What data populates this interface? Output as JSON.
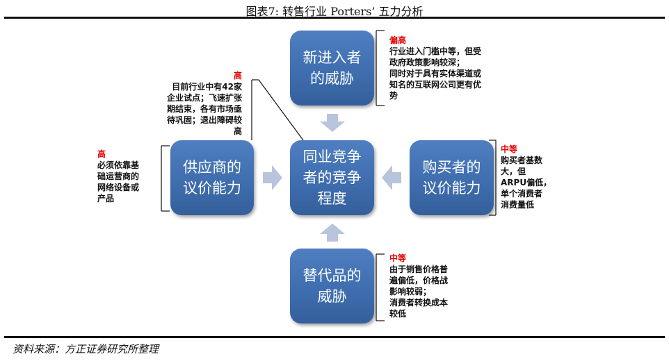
{
  "title": "图表7:     转售行业 Porters’ 五力分析",
  "center": {
    "lines": [
      "同业竞争",
      "者的竞争",
      "程度"
    ]
  },
  "top": {
    "lines": [
      "新进入者",
      "的威胁"
    ],
    "level": "偏高",
    "desc": [
      "行业进入门槛中等，但受",
      "政府政策影响较深；",
      "同时对于具有实体渠道或",
      "知名的互联网公司更有优",
      "势"
    ]
  },
  "left": {
    "lines": [
      "供应商的",
      "议价能力"
    ],
    "level": "高",
    "desc": [
      "必须依靠基",
      "础运营商的",
      "网络设备或",
      "产品"
    ]
  },
  "upper_left": {
    "level": "高",
    "desc": [
      "目前行业中有42家",
      "企业试点；飞速扩张",
      "期结束，各有市场亟",
      "待巩固；退出障碍较",
      "高"
    ]
  },
  "right": {
    "lines": [
      "购买者的",
      "议价能力"
    ],
    "level": "中等",
    "desc": [
      "购买者基数",
      "大，但",
      "ARPU偏低，",
      "单个消费者",
      "消费量低"
    ]
  },
  "bottom": {
    "lines": [
      "替代品的",
      "威胁"
    ],
    "level": "中等",
    "desc": [
      "由于销售价格普",
      "遍偏低，价格战",
      "影响较弱；",
      "消费者转换成本",
      "较低"
    ]
  },
  "source": "资料来源：方正证券研究所整理",
  "colors": {
    "box": "#3f6eaf",
    "arrow": "#b7c4dc",
    "level": "#e00000"
  }
}
